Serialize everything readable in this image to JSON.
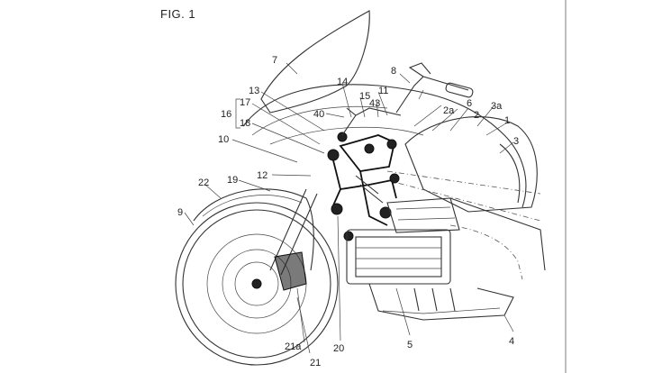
{
  "figure_label": "FIG. 1",
  "reference_numerals": [
    "1",
    "2",
    "2a",
    "3",
    "3a",
    "4",
    "5",
    "6",
    "7",
    "8",
    "9",
    "10",
    "11",
    "12",
    "13",
    "14",
    "15",
    "16",
    "17",
    "18",
    "19",
    "20",
    "21",
    "21a",
    "22",
    "40",
    "43"
  ]
}
